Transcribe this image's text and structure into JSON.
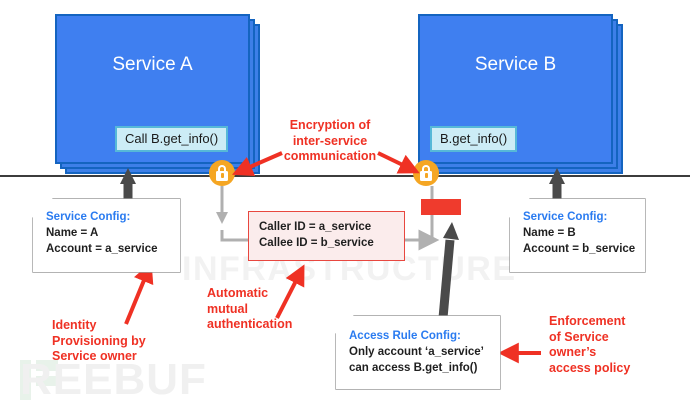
{
  "diagram": {
    "watermarks": {
      "infrastructure": "INFRASTRUCTURE",
      "brand": "REEBUF"
    },
    "infra_line_label": "INFRASTRUCTURE"
  },
  "services": [
    {
      "id": "service-a",
      "title": "Service A",
      "method": "Call B.get_info()",
      "fill": "#3f7ff0",
      "border": "#1464c0"
    },
    {
      "id": "service-b",
      "title": "Service B",
      "method": "B.get_info()",
      "fill": "#3f7ff0",
      "border": "#1464c0"
    }
  ],
  "configs": [
    {
      "id": "service-config-a",
      "header": "Service Config:",
      "lines": [
        "Name = A",
        "Account  = a_service"
      ]
    },
    {
      "id": "service-config-b",
      "header": "Service Config:",
      "lines": [
        "Name = B",
        "Account  = b_service"
      ]
    },
    {
      "id": "access-rule-config",
      "header": "Access Rule Config:",
      "lines": [
        "Only account ‘a_service’",
        "can access B.get_info()"
      ]
    }
  ],
  "token": {
    "id": "caller-callee-token",
    "lines": [
      "Caller  ID = a_service",
      "Callee ID =  b_service"
    ],
    "fill": "#fbecec",
    "border": "#e8473f"
  },
  "annotations": [
    {
      "id": "encryption-annotation",
      "lines": [
        "Encryption of",
        "inter-service",
        "communication"
      ]
    },
    {
      "id": "identity-provisioning-annotation",
      "lines": [
        "Identity",
        "Provisioning by",
        "Service owner"
      ]
    },
    {
      "id": "automatic-mutual-auth-annotation",
      "lines": [
        "Automatic",
        "mutual",
        "authentication"
      ]
    },
    {
      "id": "enforcement-annotation",
      "lines": [
        "Enforcement",
        "of Service",
        "owner’s",
        "access policy"
      ]
    }
  ],
  "icons": {
    "lock_left": "lock-icon",
    "lock_right": "lock-icon"
  },
  "colors": {
    "service_fill": "#3f7ff0",
    "service_border": "#1464c0",
    "method_fill": "#ccecf6",
    "method_border": "#56b8d8",
    "annotation_red": "#ef3124",
    "lock_orange": "#f5a623",
    "token_border": "#e8473f",
    "arrow_gray": "#4a4a4a",
    "wire_gray": "#b0b0b0",
    "infra_line": "#3c3c3c",
    "config_header_blue": "#2a7bf0"
  }
}
